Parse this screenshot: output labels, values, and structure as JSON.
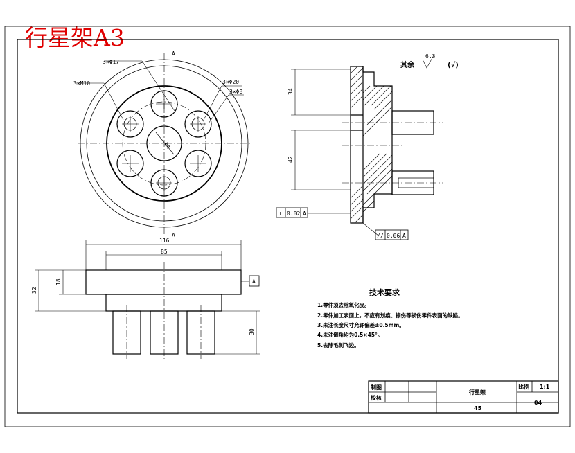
{
  "title": "行星架A3",
  "top_view": {
    "axis_marker_top": "A",
    "axis_marker_bottom": "A",
    "callouts": {
      "big_hole": "3×Φ17",
      "threaded": "3×M10",
      "pin_hole": "3×Φ20",
      "small_hole": "3×Φ8",
      "center": "Φ4"
    }
  },
  "front_view": {
    "width_outer": "116",
    "width_inner": "85",
    "height_total": "32",
    "height_flange": "18",
    "pin_length": "30",
    "datum": "A"
  },
  "section_view": {
    "surface_label": "其余",
    "roughness_value": "6.3",
    "roughness_paren": "(√)",
    "dim_upper": "34",
    "dim_lower": "42",
    "tol_perp_symbol": "⊥",
    "tol_perp_value": "0.02",
    "tol_perp_datum": "A",
    "tol_par_symbol": "//",
    "tol_par_value": "0.06",
    "tol_par_datum": "A"
  },
  "tech_requirements": {
    "heading": "技术要求",
    "items": [
      "1.零件须去除氧化皮。",
      "2.零件加工表面上，不应有划痕、擦伤等损伤零件表面的缺陷。",
      "3.未注长度尺寸允许偏差±0.5mm。",
      "4.未注倒角均为0.5×45°。",
      "5.去除毛刺飞边。"
    ]
  },
  "title_block": {
    "designer_label": "制图",
    "checker_label": "校核",
    "part_name": "行星架",
    "material": "45",
    "scale_label": "比例",
    "scale_value": "1:1",
    "sheet": "04"
  }
}
